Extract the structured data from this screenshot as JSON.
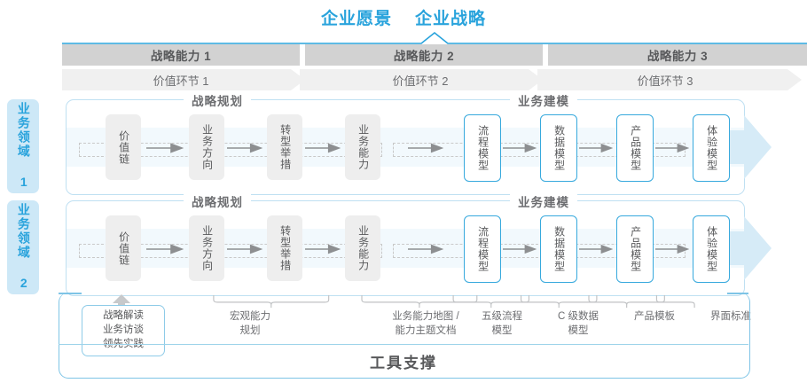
{
  "header": {
    "vision": "企业愿景",
    "strategy": "企业战略"
  },
  "capabilities": [
    {
      "label": "战略能力 1"
    },
    {
      "label": "战略能力 2"
    },
    {
      "label": "战略能力 3"
    }
  ],
  "value_links": [
    {
      "label": "价值环节 1"
    },
    {
      "label": "价值环节 2"
    },
    {
      "label": "价值环节 3"
    }
  ],
  "domains": [
    {
      "tab": "业务领域 1",
      "left_section": "战略规划",
      "right_section": "业务建模",
      "left_nodes": [
        {
          "label": "价值链"
        },
        {
          "label": "业务方向"
        },
        {
          "label": "转型举措"
        },
        {
          "label": "业务能力"
        }
      ],
      "right_nodes": [
        {
          "label": "流程模型"
        },
        {
          "label": "数据模型"
        },
        {
          "label": "产品模型"
        },
        {
          "label": "体验模型"
        }
      ]
    },
    {
      "tab": "业务领域 2",
      "left_section": "战略规划",
      "right_section": "业务建模",
      "left_nodes": [
        {
          "label": "价值链"
        },
        {
          "label": "业务方向"
        },
        {
          "label": "转型举措"
        },
        {
          "label": "业务能力"
        }
      ],
      "right_nodes": [
        {
          "label": "流程模型"
        },
        {
          "label": "数据模型"
        },
        {
          "label": "产品模型"
        },
        {
          "label": "体验模型"
        }
      ]
    }
  ],
  "annotations": {
    "box": {
      "line1": "战略解读",
      "line2": "业务访谈",
      "line3": "领先实践"
    },
    "items": [
      {
        "line1": "宏观能力",
        "line2": "规划"
      },
      {
        "line1": "业务能力地图 /",
        "line2": "能力主题文档"
      },
      {
        "line1": "五级流程",
        "line2": "模型"
      },
      {
        "line1": "C 级数据",
        "line2": "模型"
      },
      {
        "line1": "产品模板",
        "line2": ""
      },
      {
        "line1": "界面标准",
        "line2": ""
      }
    ]
  },
  "footer": {
    "label": "工具支撑"
  },
  "colors": {
    "accent_blue": "#29a3dc",
    "node_border_blue": "#37a9dd",
    "tab_bg": "#cde8f7",
    "cap_bar": "#d2d2d2",
    "value_bar": "#f0f0f0",
    "band": "#f2f9fd",
    "text": "#58595b"
  }
}
